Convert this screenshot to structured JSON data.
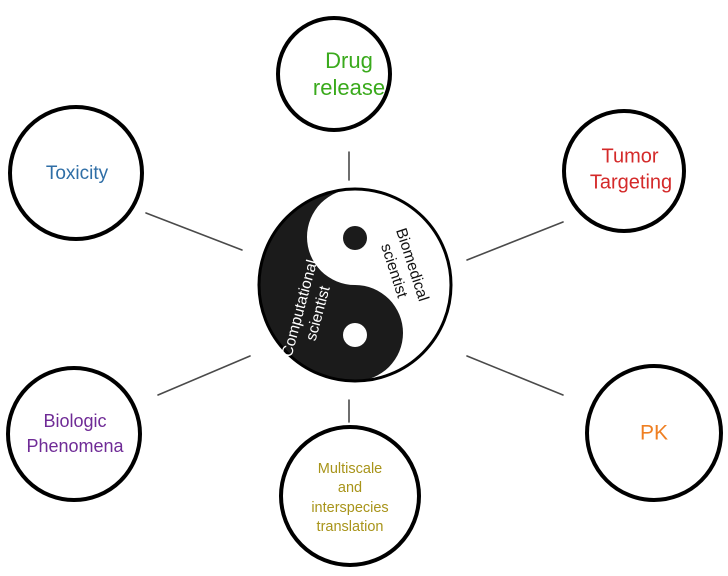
{
  "center": {
    "dark_label": [
      "Computational",
      "scientist"
    ],
    "light_label": [
      "Biomedical",
      "scientist"
    ]
  },
  "nodes": [
    {
      "id": "drug-release",
      "lines": [
        "Drug",
        "release"
      ],
      "color": "#3aaa1c"
    },
    {
      "id": "tumor-targeting",
      "lines": [
        "Tumor",
        "Targeting"
      ],
      "color": "#d42a2a"
    },
    {
      "id": "pk",
      "lines": [
        "PK"
      ],
      "color": "#ef7f22"
    },
    {
      "id": "multiscale",
      "lines": [
        "Multiscale",
        "and",
        "interspecies",
        "translation"
      ],
      "color": "#a8941a"
    },
    {
      "id": "biologic-phenomena",
      "lines": [
        "Biologic",
        "Phenomena"
      ],
      "color": "#6f2b96"
    },
    {
      "id": "toxicity",
      "lines": [
        "Toxicity"
      ],
      "color": "#2f6ea6"
    }
  ],
  "colors": {
    "yin": "#1b1b1b",
    "yang": "#ffffff",
    "outline": "#000000",
    "connector": "#4a4a4a"
  }
}
